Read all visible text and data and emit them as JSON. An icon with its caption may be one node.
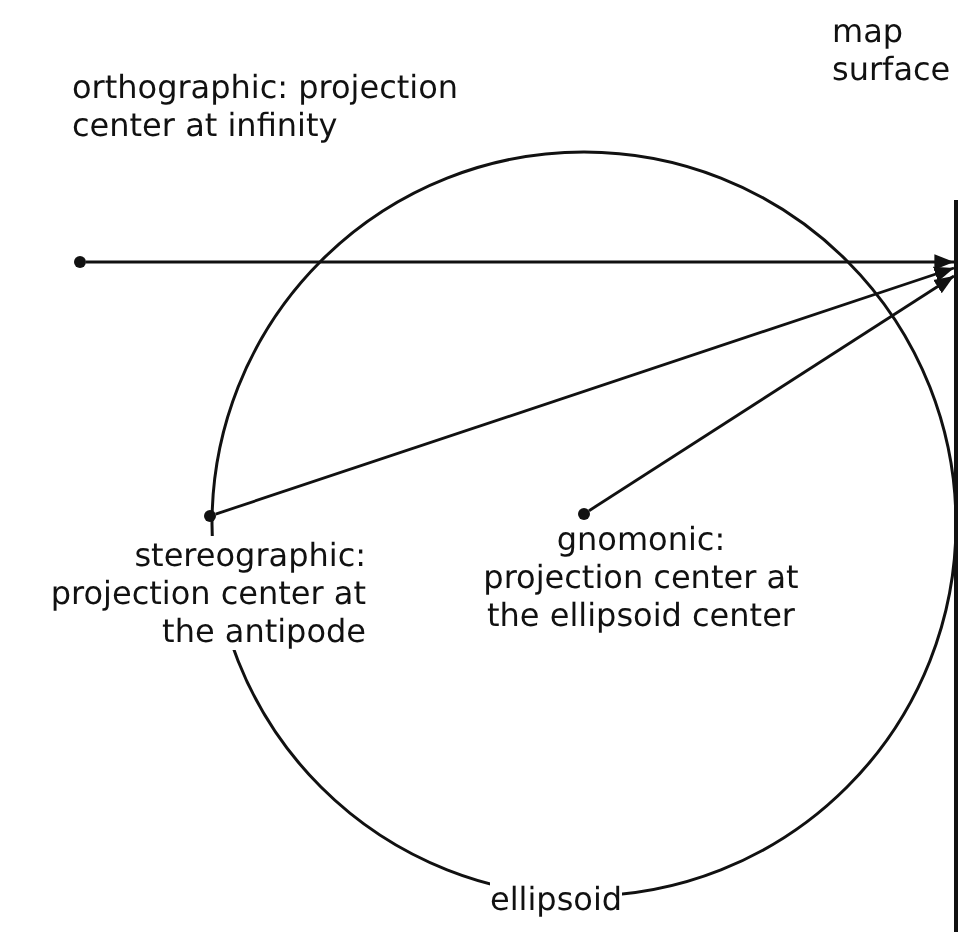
{
  "diagram": {
    "nodes": [
      {
        "text": [],
        "shape": "circle",
        "beside": [
          "orthographic: projection center at infinity"
        ]
      },
      {
        "text": [],
        "shape": "circle",
        "beside": [
          "stereographic: projection center at the antipode"
        ]
      },
      {
        "text": [],
        "shape": "circle",
        "beside": [
          "gnomonic: projection center at the ellipsoid center"
        ]
      },
      {
        "text": [],
        "shape": "bar",
        "beside": [
          "map surface"
        ]
      }
    ],
    "edges": [
      {
        "from": 0,
        "to": 3,
        "arrow": "to"
      },
      {
        "from": 1,
        "to": 3,
        "arrow": "to"
      },
      {
        "from": 2,
        "to": 3,
        "arrow": "to"
      }
    ],
    "labels": [
      "ellipsoid"
    ]
  }
}
